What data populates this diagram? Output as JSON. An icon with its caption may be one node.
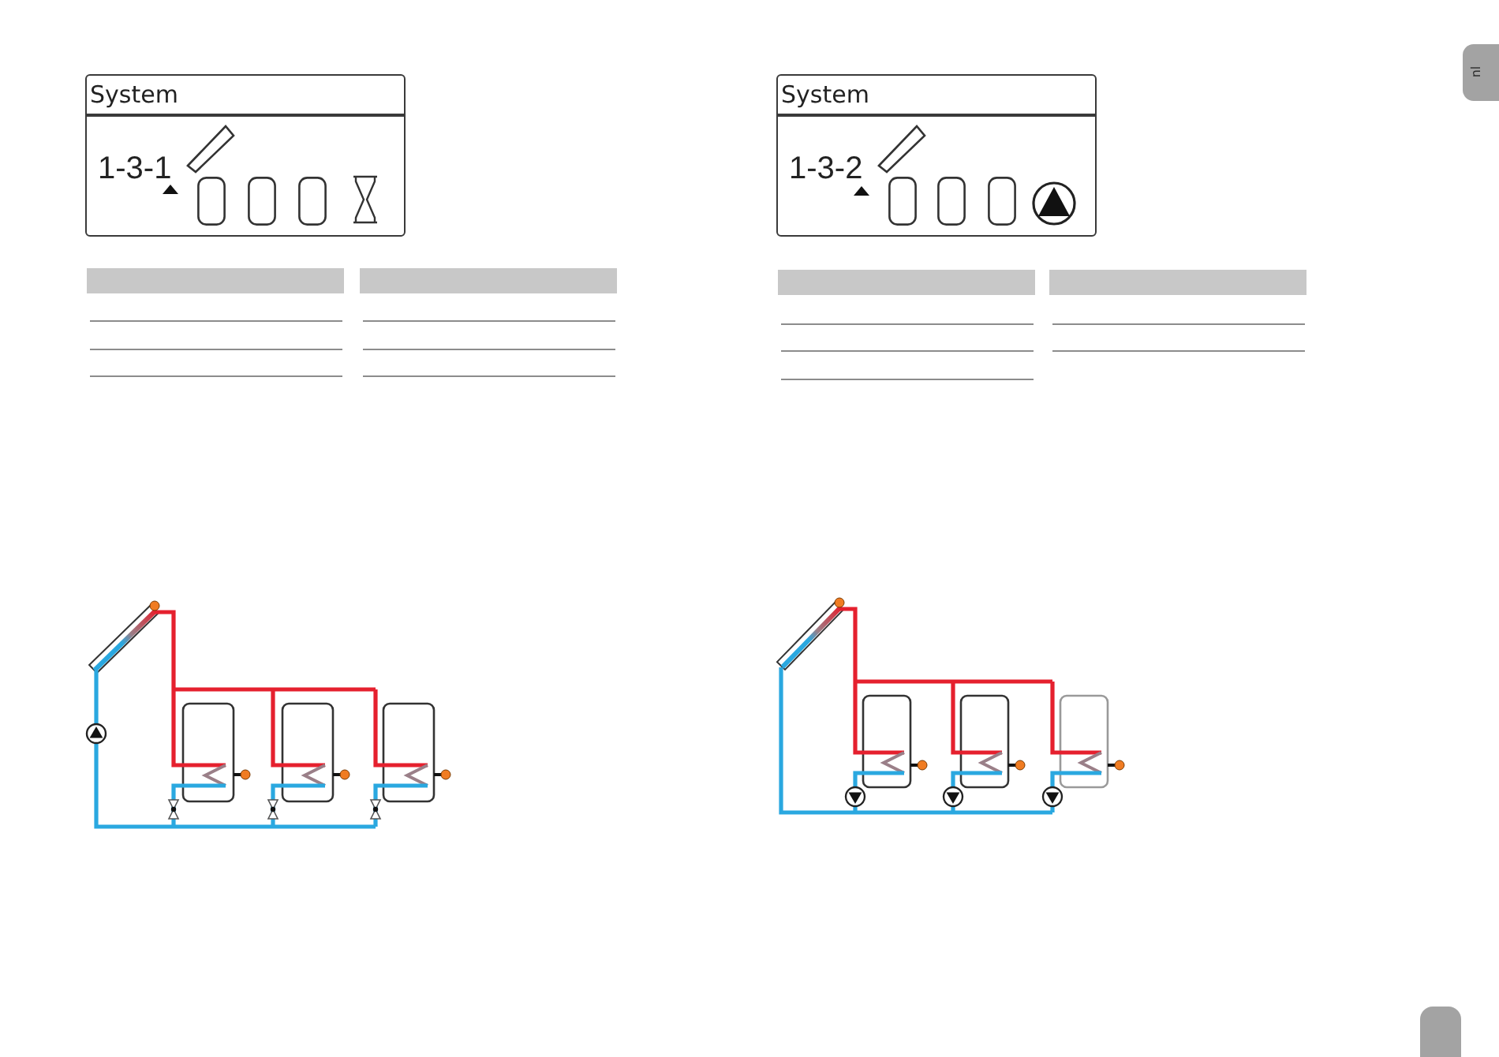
{
  "diagram": {
    "nodes": [
      {
        "text": [
          "System",
          "1-3-1"
        ]
      },
      {
        "text": [
          "System",
          "1-3-2"
        ]
      }
    ],
    "labels": [
      "nl"
    ]
  }
}
